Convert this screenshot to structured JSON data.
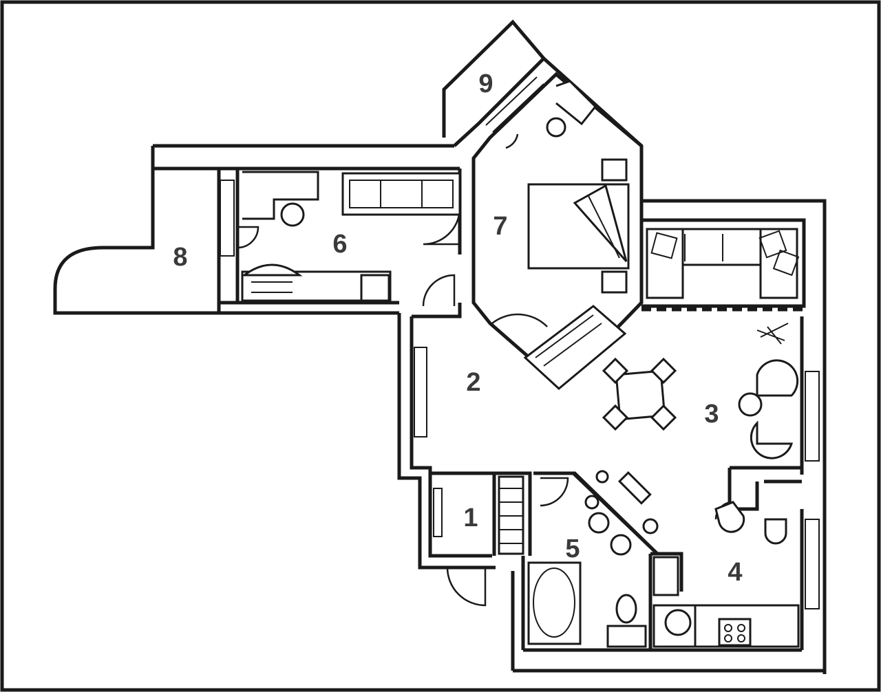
{
  "plan": {
    "room_labels": [
      "1",
      "2",
      "3",
      "4",
      "5",
      "6",
      "7",
      "8",
      "9"
    ]
  },
  "colors": {
    "line": "#1a1a1a",
    "label": "#3a3a3a",
    "background": "#ffffff"
  }
}
